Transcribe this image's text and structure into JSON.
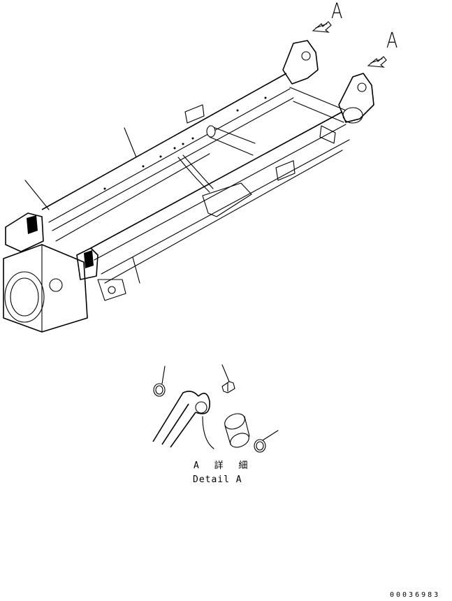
{
  "view_labels": {
    "arrow_a_left": "A",
    "arrow_a_right": "A"
  },
  "detail": {
    "title_jp": "A 詳 細",
    "title_en": "Detail A"
  },
  "drawing_code": "00036983"
}
